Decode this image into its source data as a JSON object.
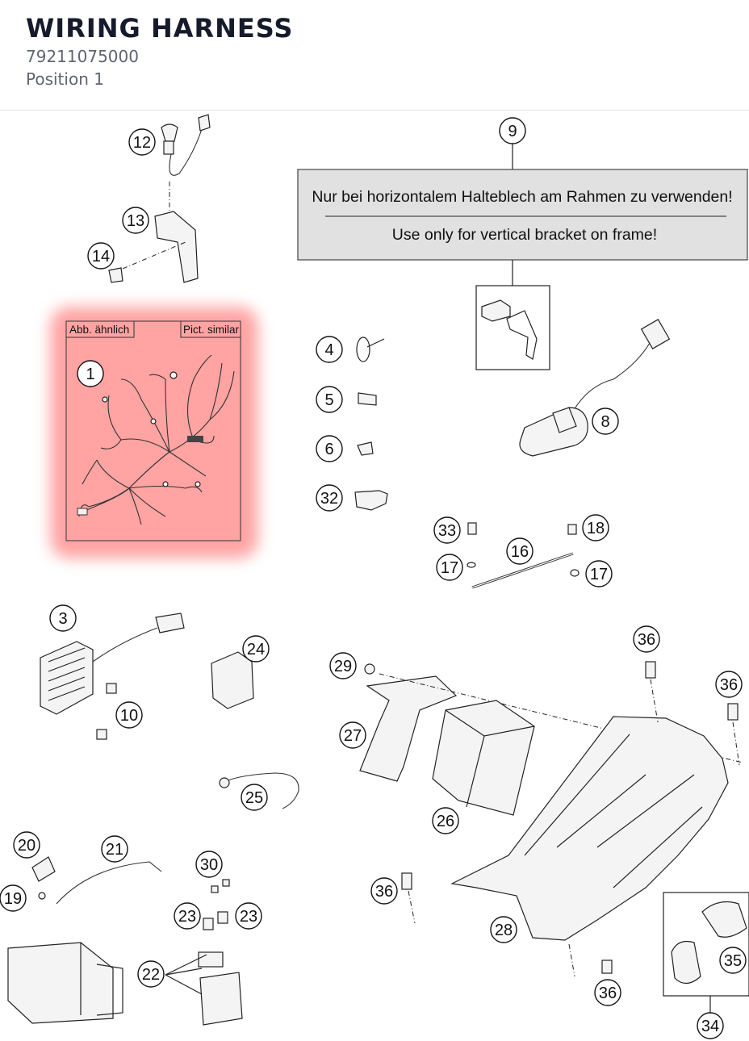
{
  "header": {
    "title": "WIRING HARNESS",
    "part_number": "79211075000",
    "position": "Position 1"
  },
  "note": {
    "german": "Nur bei horizontalem Halteblech am Rahmen zu verwenden!",
    "english": "Use only for vertical bracket on frame!"
  },
  "picture_note": {
    "left": "Abb. ähnlich",
    "right": "Pict. similar"
  },
  "highlight": {
    "color": "#ff9a9a",
    "item": "1"
  },
  "callouts": [
    "1",
    "3",
    "4",
    "5",
    "6",
    "8",
    "9",
    "10",
    "12",
    "13",
    "14",
    "16",
    "17",
    "17",
    "18",
    "19",
    "20",
    "21",
    "22",
    "23",
    "23",
    "24",
    "25",
    "26",
    "27",
    "28",
    "29",
    "30",
    "32",
    "33",
    "34",
    "35",
    "36",
    "36",
    "36",
    "36"
  ]
}
